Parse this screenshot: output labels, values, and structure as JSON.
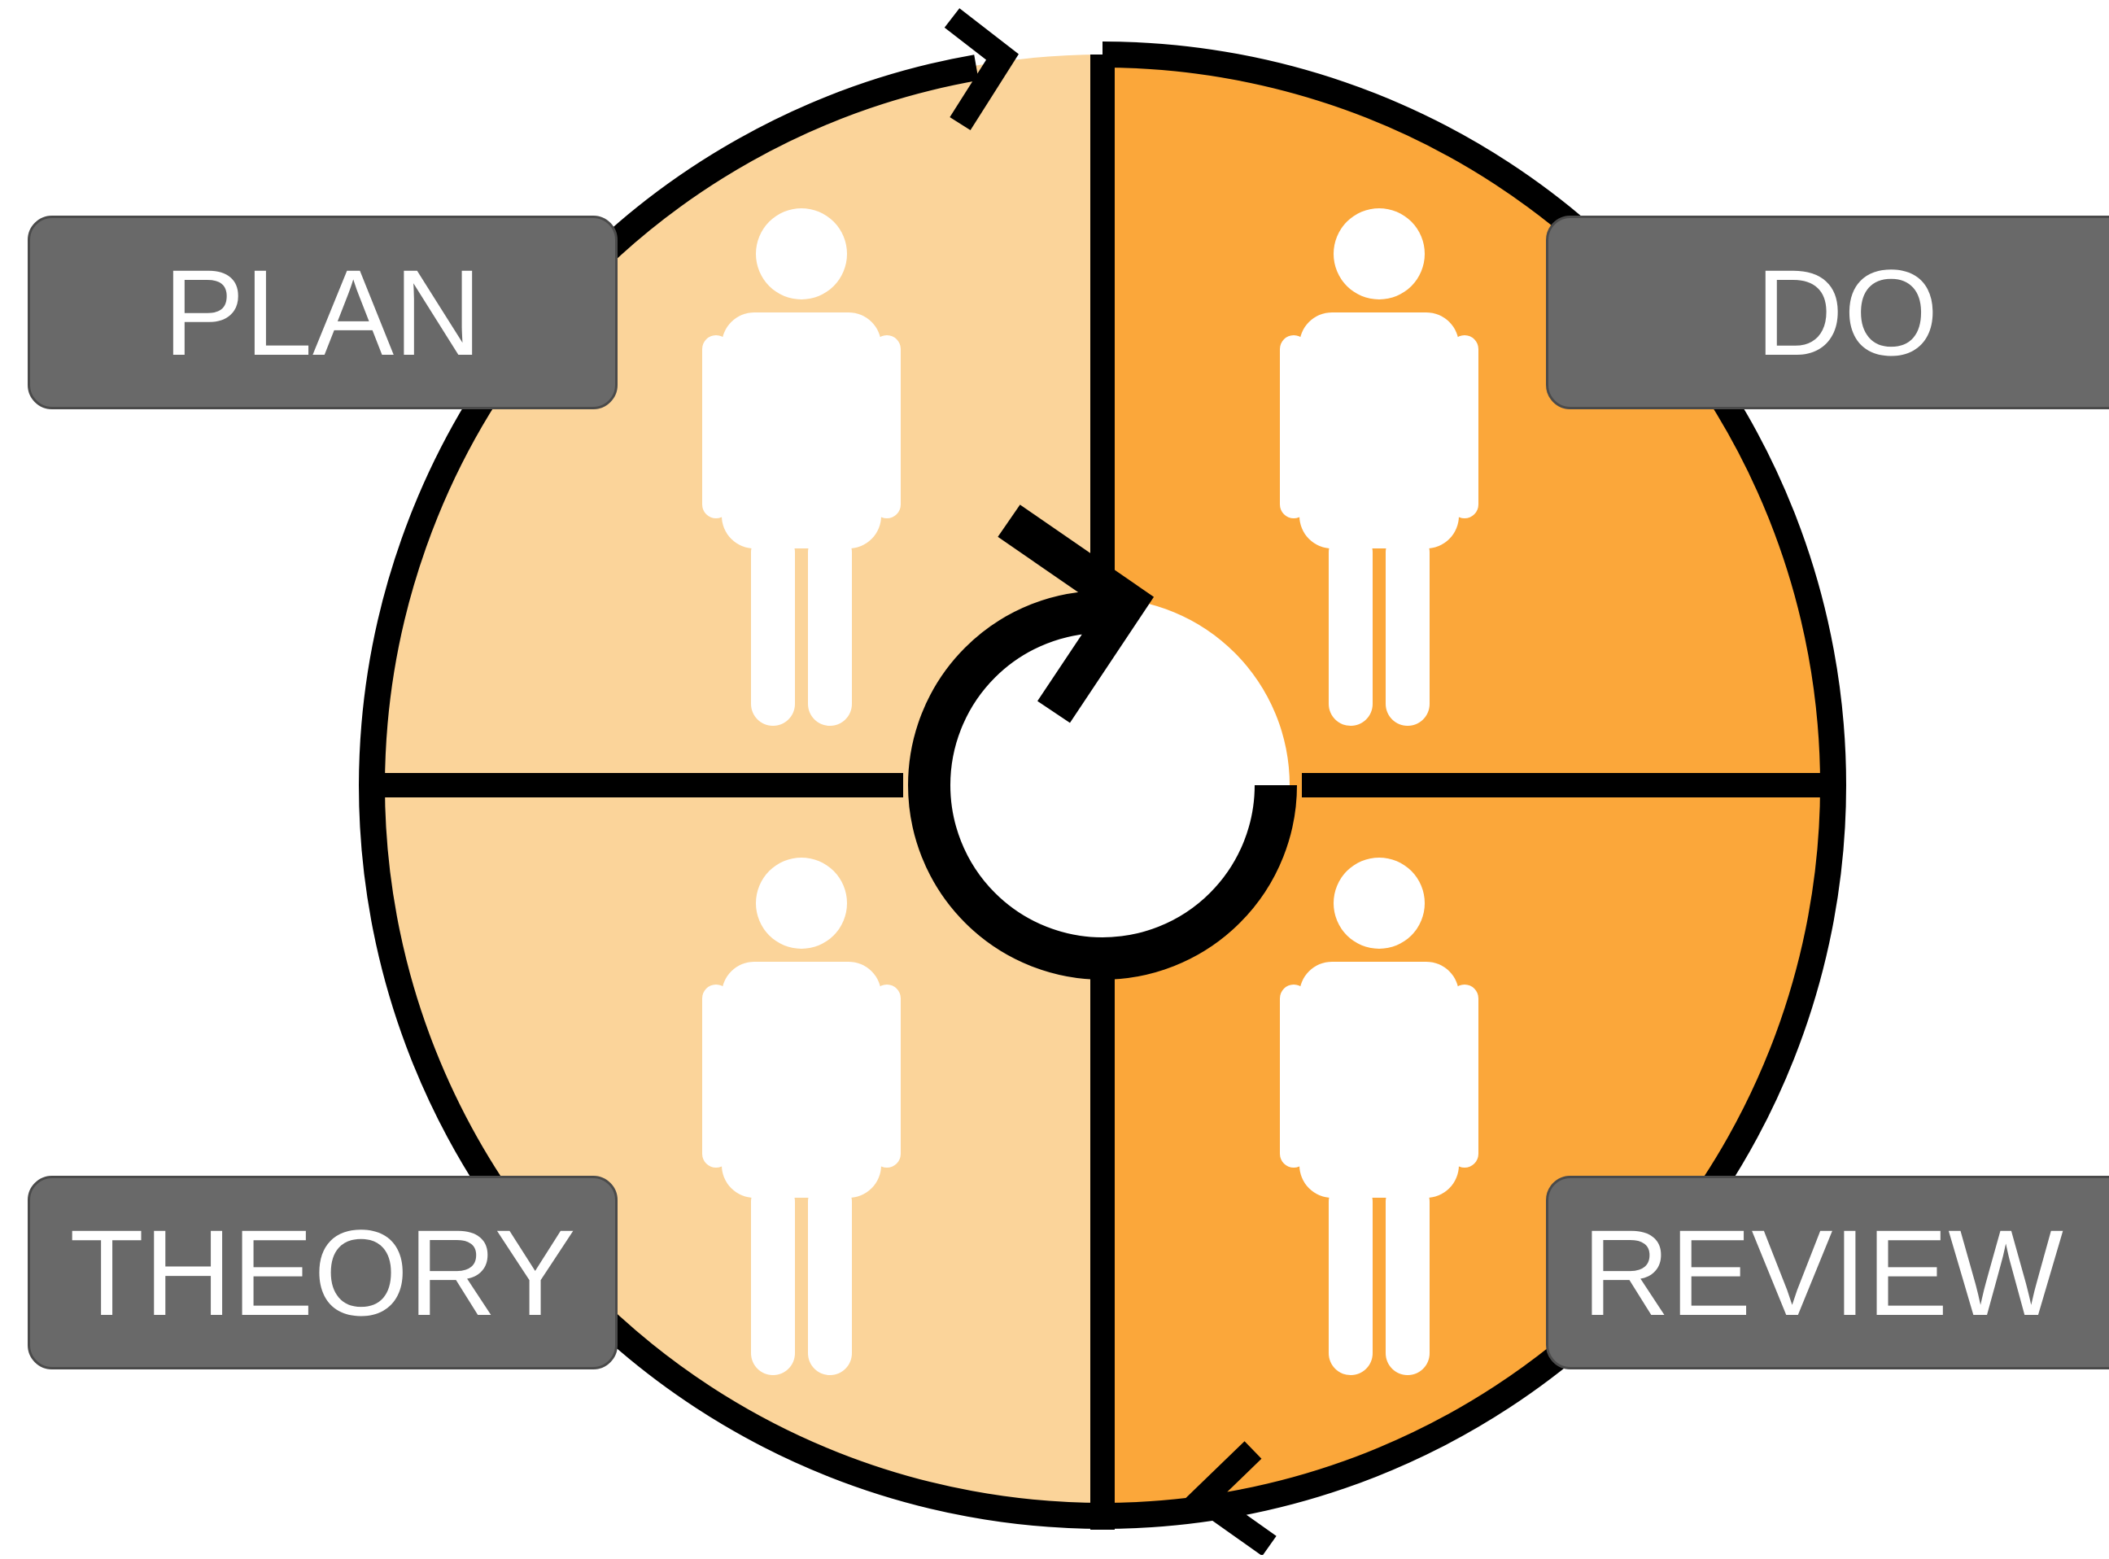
{
  "labels": {
    "plan": "PLAN",
    "do": "DO",
    "theory": "THEORY",
    "review": "REVIEW"
  },
  "colors": {
    "light_orange": "#fbd49a",
    "dark_orange": "#fba73a",
    "outline": "#000000",
    "person": "#ffffff",
    "label_bg": "#696969",
    "label_text": "#ffffff"
  },
  "icons": [
    "person-icon",
    "cycle-arrow-icon",
    "arrowhead-icon"
  ]
}
